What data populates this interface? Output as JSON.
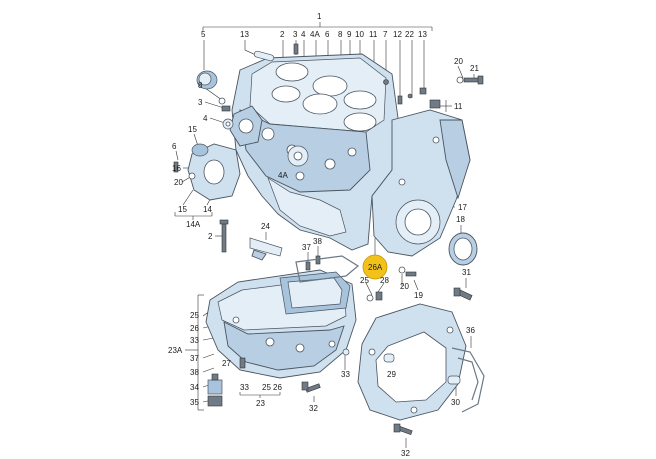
{
  "labels": {
    "l1": "1",
    "l5": "5",
    "l13a": "13",
    "l2a": "2",
    "l3a": "3",
    "l4a": "4",
    "l4A_top": "4A",
    "l6": "6",
    "l8": "8",
    "l9": "9",
    "l10": "10",
    "l11a": "11",
    "l7": "7",
    "l12": "12",
    "l22": "22",
    "l13b": "13",
    "l20a": "20",
    "l21": "21",
    "l11b": "11",
    "l8b": "8",
    "l3b": "3",
    "l4b": "4",
    "l15": "15",
    "l6b": "6",
    "l16": "16",
    "l20b": "20",
    "l4A_mid": "4A",
    "l15b": "15",
    "l14": "14",
    "l14A": "14A",
    "l2b": "2",
    "l24": "24",
    "l17": "17",
    "l18": "18",
    "l37a": "37",
    "l38a": "38",
    "l26A": "26A",
    "l25a": "25",
    "l28": "28",
    "l20c": "20",
    "l19": "19",
    "l31": "31",
    "l25b": "25",
    "l26a": "26",
    "l33a": "33",
    "l23A": "23A",
    "l37b": "37",
    "l38b": "38",
    "l36": "36",
    "l27": "27",
    "l34": "34",
    "l33b": "33",
    "l25c": "25",
    "l26b": "26",
    "l33c": "33",
    "l29": "29",
    "l35": "35",
    "l23": "23",
    "l30": "30",
    "l32a": "32",
    "l32b": "32"
  },
  "colors": {
    "part_fill": "#cfe0ef",
    "part_stroke": "#4a5560",
    "highlight": "#f2c21b"
  }
}
